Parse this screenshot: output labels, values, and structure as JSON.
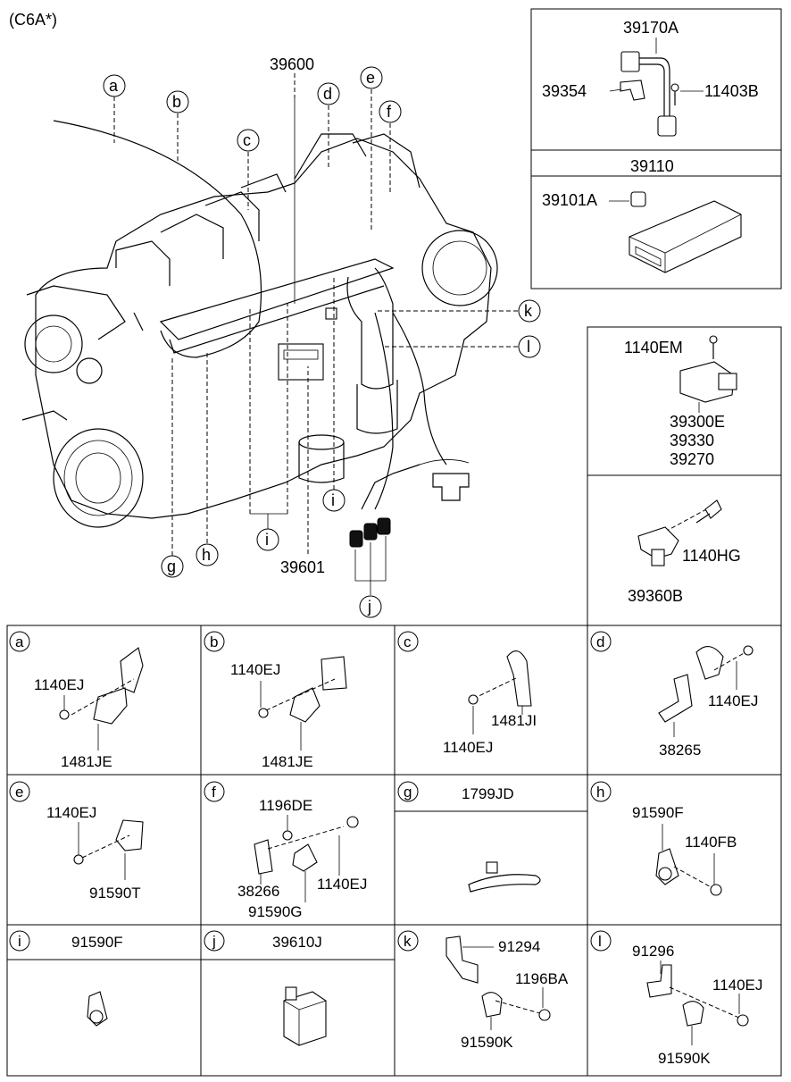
{
  "header": {
    "variant": "(C6A*)"
  },
  "main": {
    "labels": {
      "p39600": "39600",
      "p39601": "39601"
    },
    "callouts": [
      "a",
      "b",
      "c",
      "d",
      "e",
      "f",
      "g",
      "h",
      "i",
      "j",
      "k",
      "l"
    ]
  },
  "side_panels": {
    "sensor_top": {
      "p1": "39170A",
      "p2": "39354",
      "p3": "11403B"
    },
    "ecu": {
      "title": "39110",
      "p1": "39101A"
    },
    "map_sensor": {
      "p1": "1140EM",
      "p2": "39300E",
      "p3": "39330",
      "p4": "39270"
    },
    "knock_sensor": {
      "p1": "1140HG",
      "p2": "39360B"
    }
  },
  "grid": [
    {
      "key": "a",
      "parts": [
        "1140EJ",
        "1481JE"
      ]
    },
    {
      "key": "b",
      "parts": [
        "1140EJ",
        "1481JE"
      ]
    },
    {
      "key": "c",
      "parts": [
        "1481JI",
        "1140EJ"
      ]
    },
    {
      "key": "d",
      "parts": [
        "1140EJ",
        "38265"
      ]
    },
    {
      "key": "e",
      "parts": [
        "1140EJ",
        "91590T"
      ]
    },
    {
      "key": "f",
      "parts": [
        "1196DE",
        "38266",
        "1140EJ",
        "91590G"
      ]
    },
    {
      "key": "g",
      "title": "1799JD"
    },
    {
      "key": "h",
      "parts": [
        "91590F",
        "1140FB"
      ]
    },
    {
      "key": "i",
      "title": "91590F"
    },
    {
      "key": "j",
      "title": "39610J"
    },
    {
      "key": "k",
      "parts": [
        "91294",
        "1196BA",
        "91590K"
      ]
    },
    {
      "key": "l",
      "parts": [
        "91296",
        "1140EJ",
        "91590K"
      ]
    }
  ]
}
